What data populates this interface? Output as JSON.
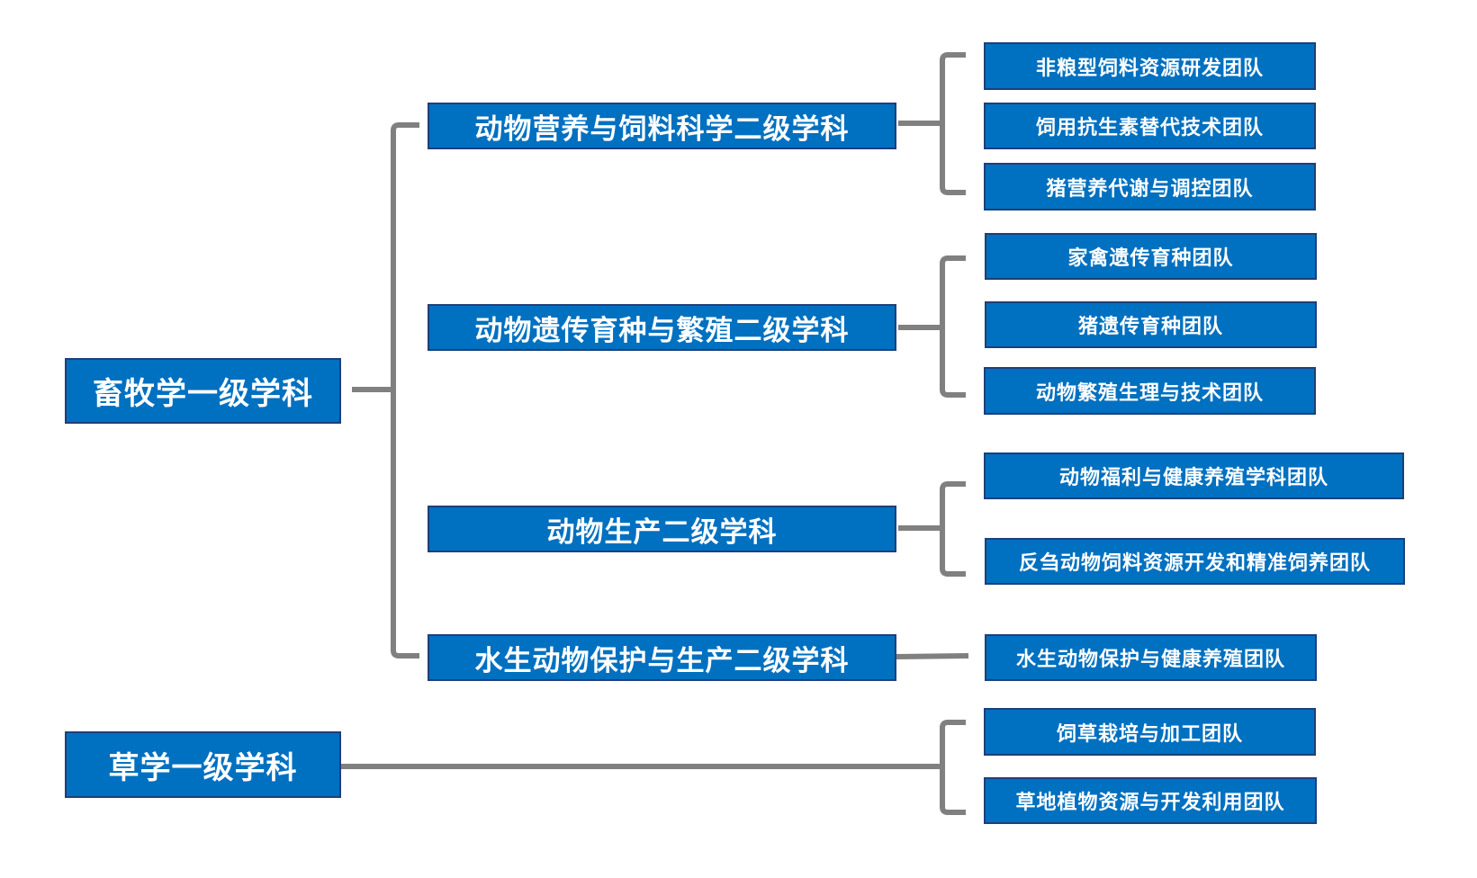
{
  "primary": [
    {
      "label": "畜牧学一级学科"
    },
    {
      "label": "草学一级学科"
    }
  ],
  "secondary": [
    {
      "label": "动物营养与饲料科学二级学科"
    },
    {
      "label": "动物遗传育种与繁殖二级学科"
    },
    {
      "label": "动物生产二级学科"
    },
    {
      "label": "水生动物保护与生产二级学科"
    }
  ],
  "teams": [
    {
      "label": "非粮型饲料资源研发团队"
    },
    {
      "label": "饲用抗生素替代技术团队"
    },
    {
      "label": "猪营养代谢与调控团队"
    },
    {
      "label": "家禽遗传育种团队"
    },
    {
      "label": "猪遗传育种团队"
    },
    {
      "label": "动物繁殖生理与技术团队"
    },
    {
      "label": "动物福利与健康养殖学科团队"
    },
    {
      "label": "反刍动物饲料资源开发和精准饲养团队"
    },
    {
      "label": "水生动物保护与健康养殖团队"
    },
    {
      "label": "饲草栽培与加工团队"
    },
    {
      "label": "草地植物资源与开发利用团队"
    }
  ],
  "colors": {
    "box": "#0070C0",
    "connector": "#808080"
  }
}
